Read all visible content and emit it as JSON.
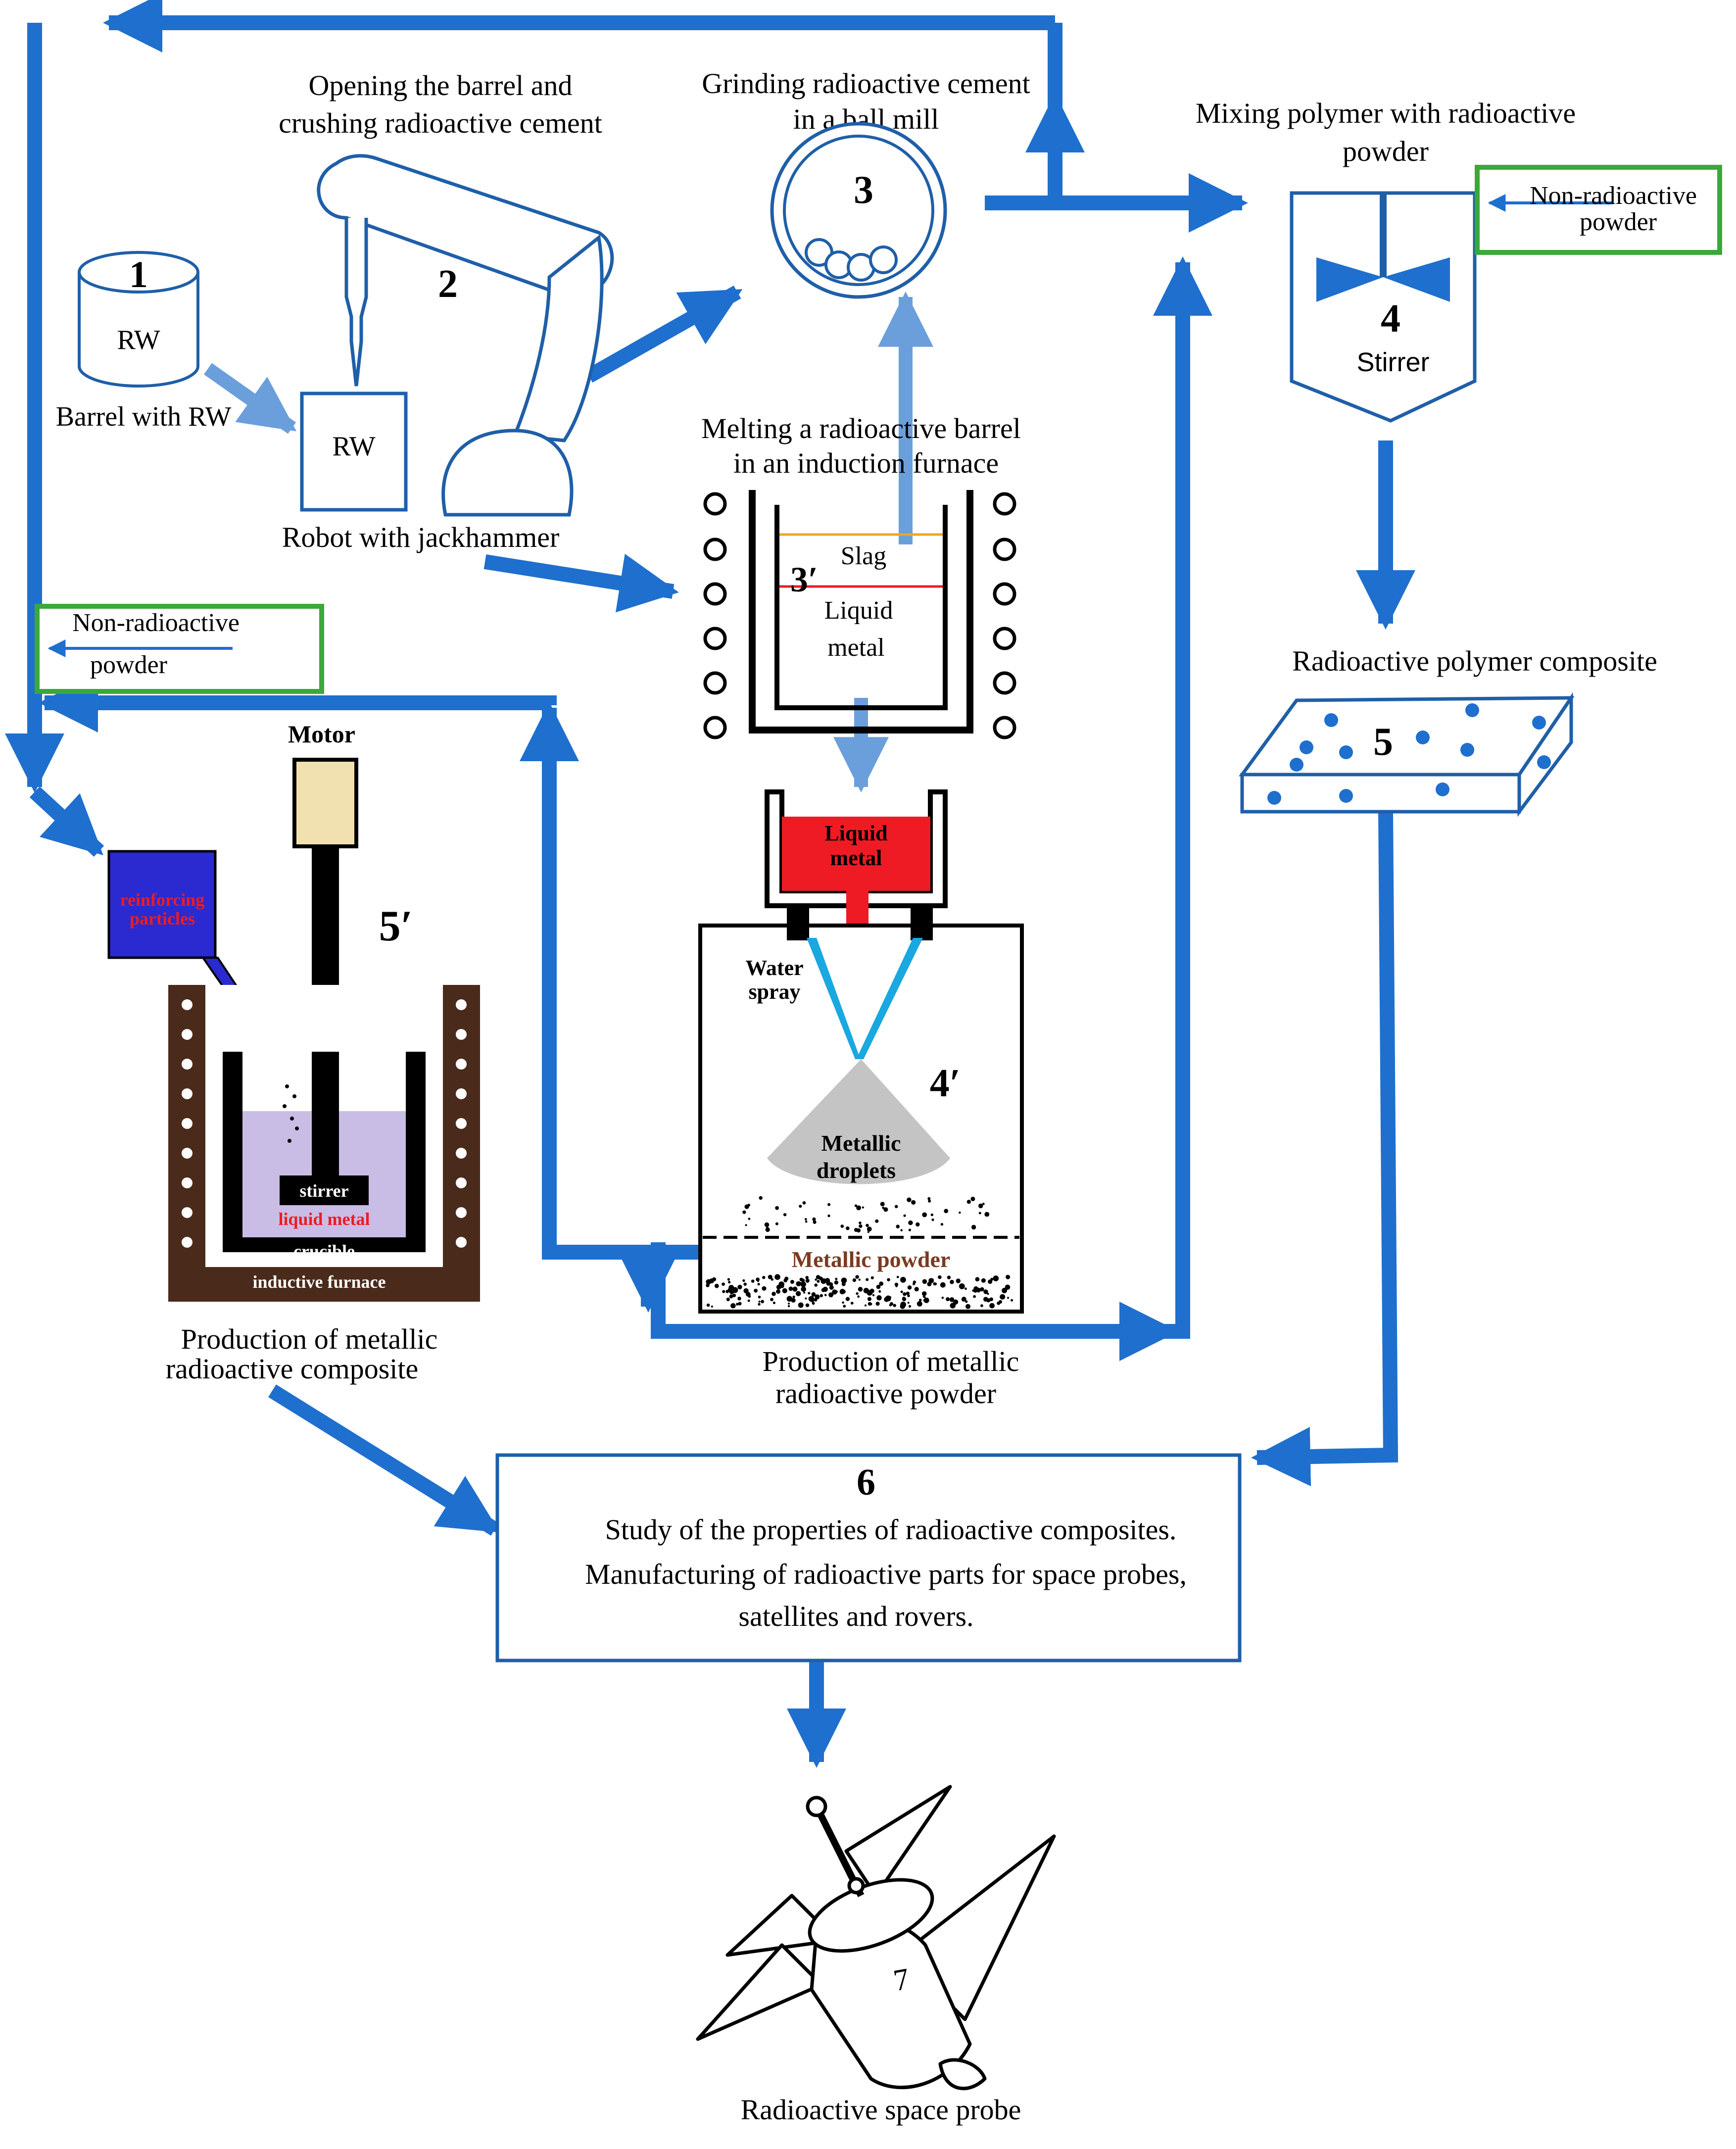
{
  "colors": {
    "flow_arrow": "#1f6fce",
    "light_arrow": "#6b9fdc",
    "box_green": "#3aa83a",
    "line_blue": "#1f5fa8",
    "liquid_red": "#ee1b24",
    "spray_cyan": "#19a8e0",
    "furnace_brown": "#4a2a1a",
    "melt_lilac": "#c9bde6",
    "hopper_blue": "#2a2ad0",
    "motor_beige": "#f2e1b0",
    "slag_orange": "#f2a51b"
  },
  "stages": {
    "s1": {
      "number": "1",
      "drum_label": "RW",
      "caption": "Barrel with RW"
    },
    "s2": {
      "number": "2",
      "box_label": "RW",
      "caption_top_1": "Opening the barrel and",
      "caption_top_2": "crushing radioactive cement",
      "caption_bottom": "Robot with jackhammer"
    },
    "s3": {
      "number": "3",
      "caption_1": "Grinding radioactive cement",
      "caption_2": "in a ball mill"
    },
    "s3p": {
      "number": "3′",
      "caption_1": "Melting a radioactive barrel",
      "caption_2": "in an induction furnace",
      "slag": "Slag",
      "liquid_1": "Liquid",
      "liquid_2": "metal"
    },
    "s4": {
      "number": "4",
      "caption_1": "Mixing polymer with radioactive",
      "caption_2": "powder",
      "stirrer": "Stirrer",
      "additive_1": "Non-radioactive",
      "additive_2": "powder"
    },
    "s4p": {
      "number": "4′",
      "liquid_1": "Liquid",
      "liquid_2": "metal",
      "water_1": "Water",
      "water_2": "spray",
      "droplets_1": "Metallic",
      "droplets_2": "droplets",
      "powder": "Metallic powder",
      "caption_1": "Production of metallic",
      "caption_2": "radioactive powder"
    },
    "s5": {
      "number": "5",
      "caption": "Radioactive polymer composite"
    },
    "s5p": {
      "number": "5′",
      "motor": "Motor",
      "hopper_1": "reinforcing",
      "hopper_2": "particles",
      "stirrer": "stirrer",
      "liquid": "liquid metal",
      "crucible": "crucible",
      "furnace": "inductive furnace",
      "additive_1": "Non-radioactive",
      "additive_2": "powder",
      "caption_1": "Production of metallic",
      "caption_2": "radioactive composite"
    },
    "s6": {
      "number": "6",
      "line_1": "Study of the properties of radioactive composites.",
      "line_2": "Manufacturing of radioactive parts for space probes,",
      "line_3": "satellites and rovers."
    },
    "s7": {
      "number": "7",
      "caption": "Radioactive space probe"
    }
  }
}
